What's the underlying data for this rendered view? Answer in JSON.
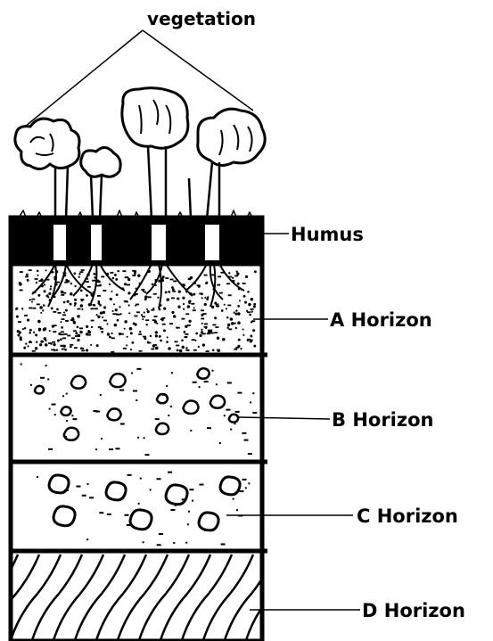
{
  "labels": {
    "vegetation": "vegetation",
    "humus": "Humus",
    "a_horizon": "A Horizon",
    "b_horizon": "B Horizon",
    "c_horizon": "C Horizon",
    "d_horizon": "D Horizon"
  },
  "colors": {
    "ink": "#000000",
    "paper": "#ffffff"
  }
}
